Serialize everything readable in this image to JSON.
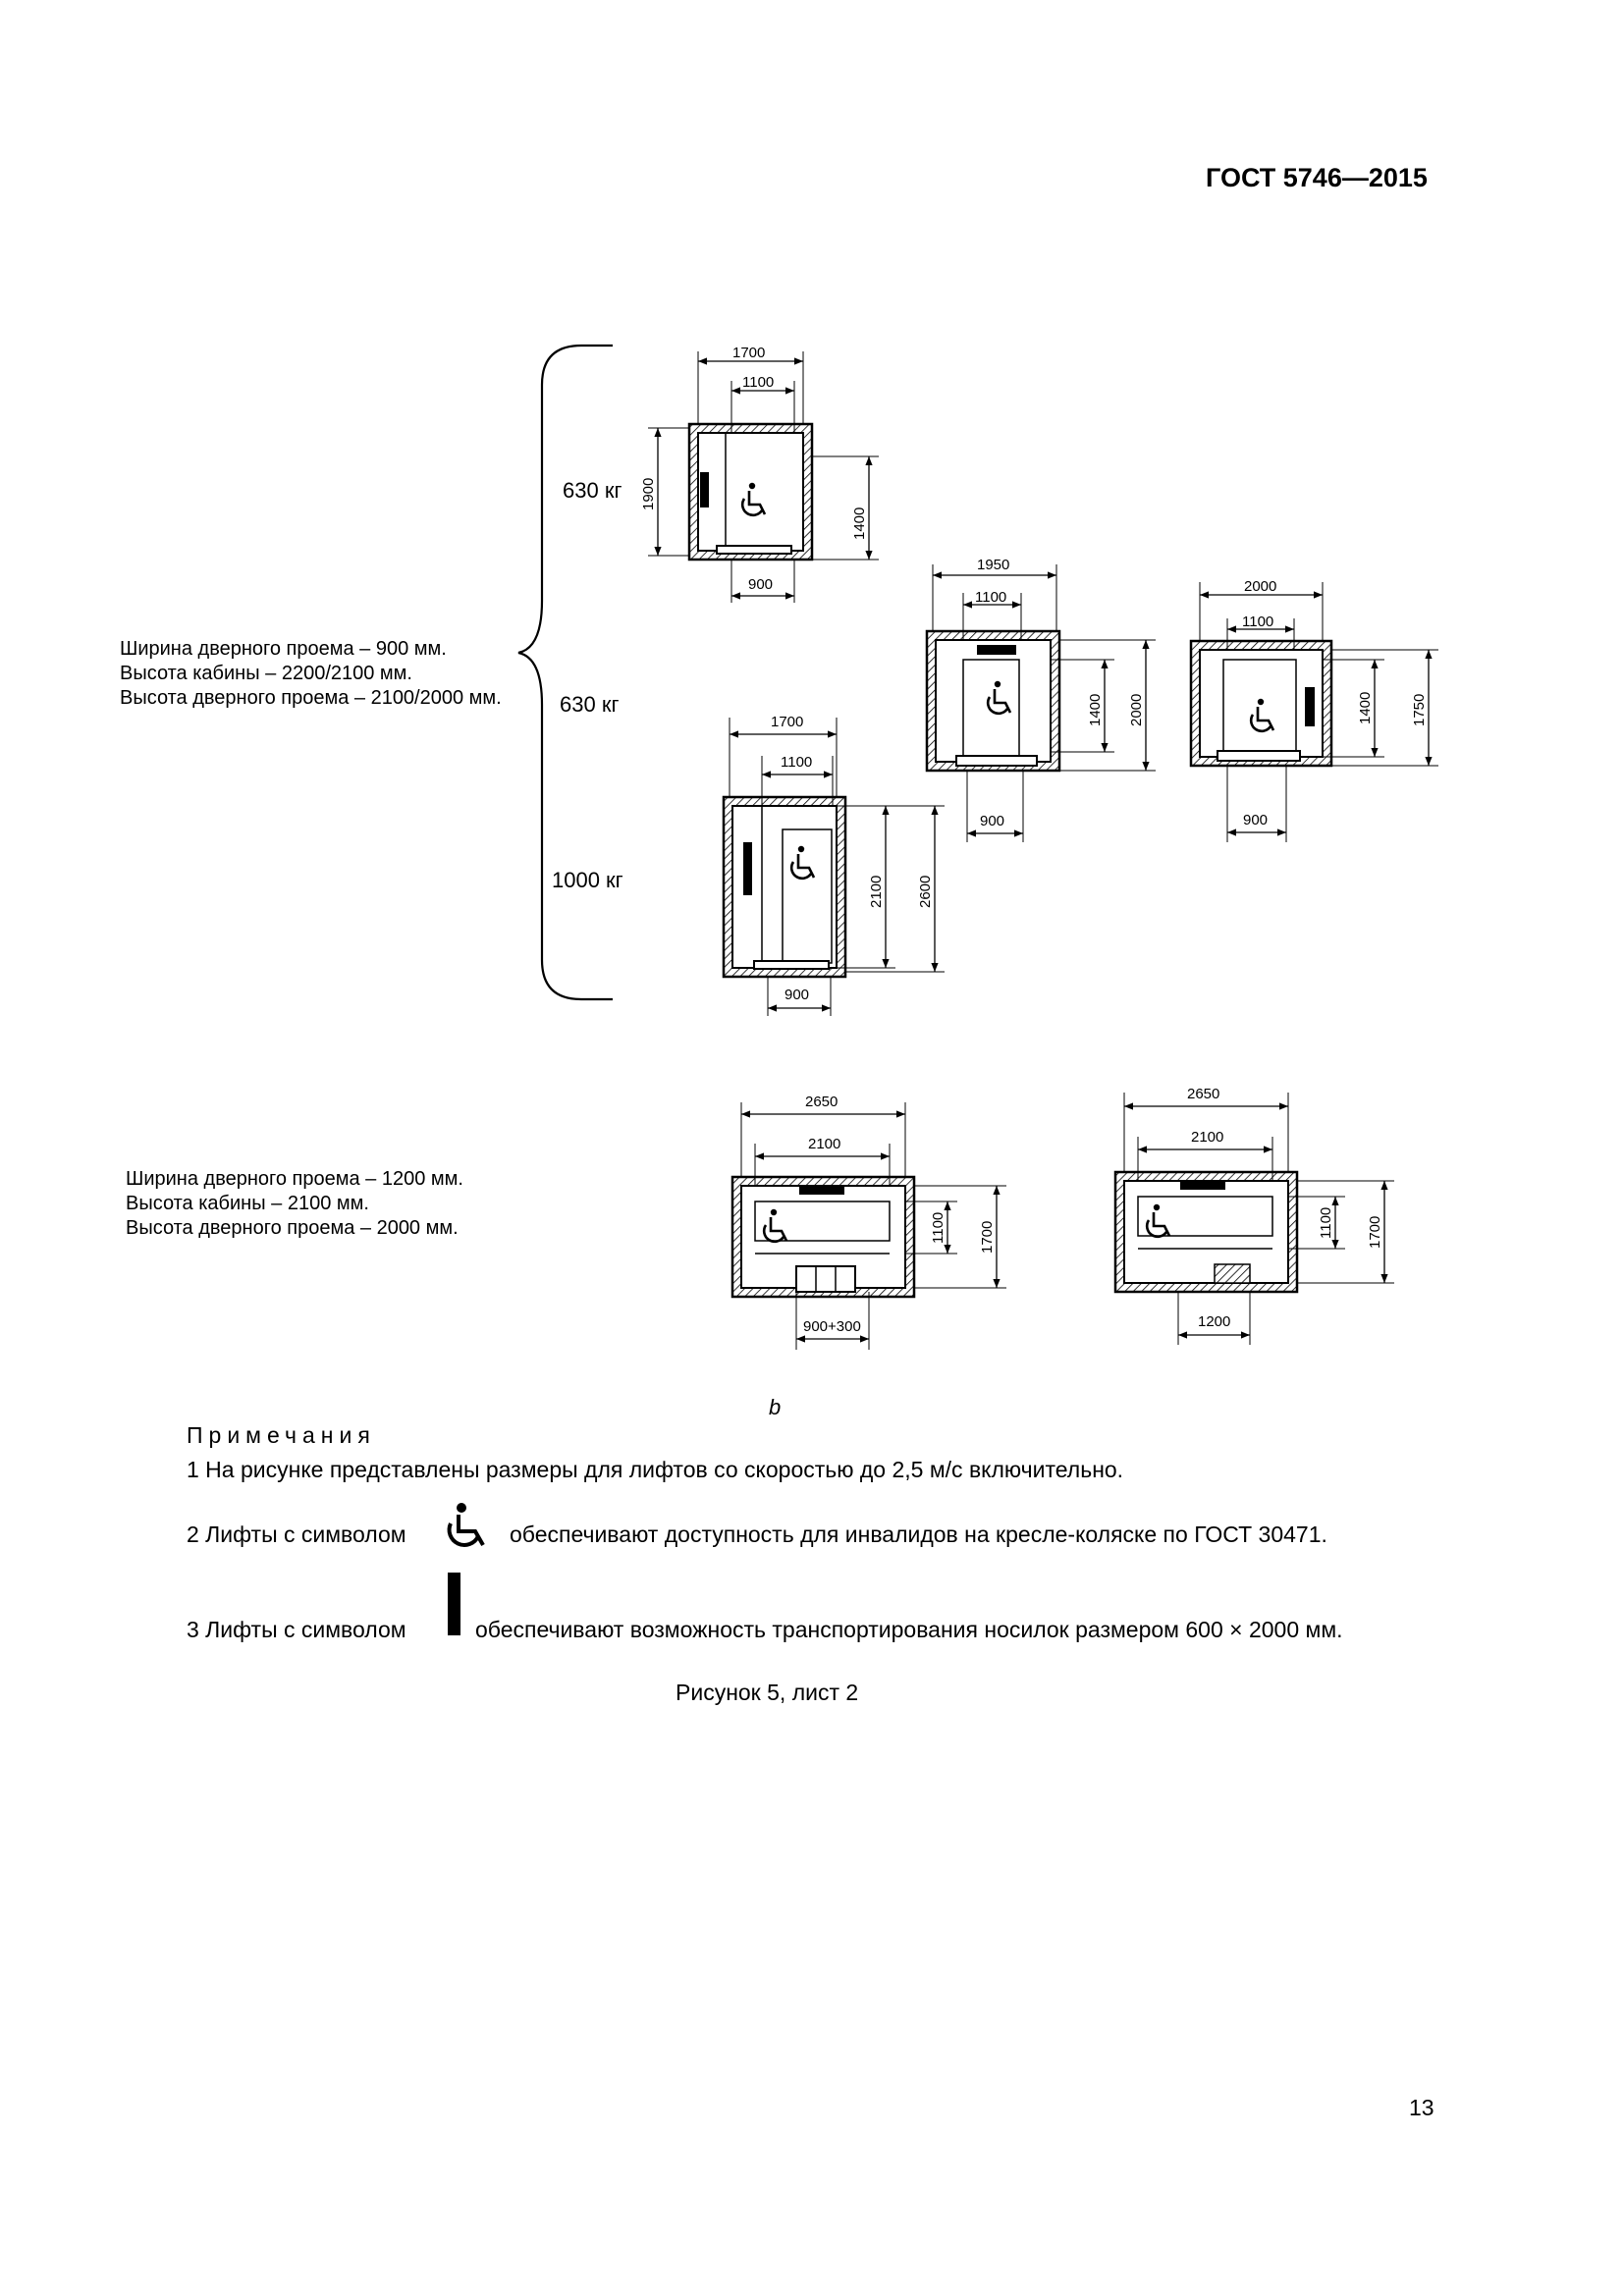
{
  "header": {
    "standard": "ГОСТ 5746—2015"
  },
  "group1": {
    "spec": [
      "Ширина дверного проема – 900 мм.",
      "Высота кабины – 2200/2100 мм.",
      "Высота дверного проема – 2100/2000 мм."
    ],
    "loads": [
      "630 кг",
      "630 кг",
      "1000 кг"
    ]
  },
  "group2": {
    "spec": [
      "Ширина дверного проема – 1200 мм.",
      "Высота кабины – 2100 мм.",
      "Высота дверного проема – 2000 мм."
    ]
  },
  "dims": {
    "a": {
      "w_outer": "1700",
      "w_inner": "1100",
      "h_outer": "1900",
      "h_inner": "1400",
      "door": "900"
    },
    "b": {
      "w_outer": "1950",
      "w_inner": "1100",
      "h_inner": "1400",
      "h_outer": "2000",
      "door": "900"
    },
    "c": {
      "w_outer": "2000",
      "w_inner": "1100",
      "h_inner": "1400",
      "h_outer": "1750",
      "door": "900"
    },
    "d": {
      "w_outer": "1700",
      "w_inner": "1100",
      "h_inner": "2100",
      "h_outer": "2600",
      "door": "900"
    },
    "e": {
      "w_outer": "2650",
      "w_inner": "2100",
      "h_inner": "1100",
      "h_outer": "1700",
      "door": "900+300"
    },
    "f": {
      "w_outer": "2650",
      "w_inner": "2100",
      "h_inner": "1100",
      "h_outer": "1700",
      "door": "1200"
    }
  },
  "figure_letter": "b",
  "notes": {
    "title": "Примечания",
    "n1": "1  На рисунке представлены размеры для лифтов со скоростью до 2,5 м/с включительно.",
    "n2_prefix": "2  Лифты с символом",
    "n2_suffix": "обеспечивают доступность для инвалидов на кресле-коляске по ГОСТ 30471.",
    "n3_prefix": "3  Лифты с символом",
    "n3_suffix": "обеспечивают возможность транспортирования носилок размером 600 × 2000 мм."
  },
  "caption": "Рисунок 5, лист 2",
  "page_number": "13",
  "icons": [
    "wheelchair-icon",
    "stretcher-icon"
  ]
}
